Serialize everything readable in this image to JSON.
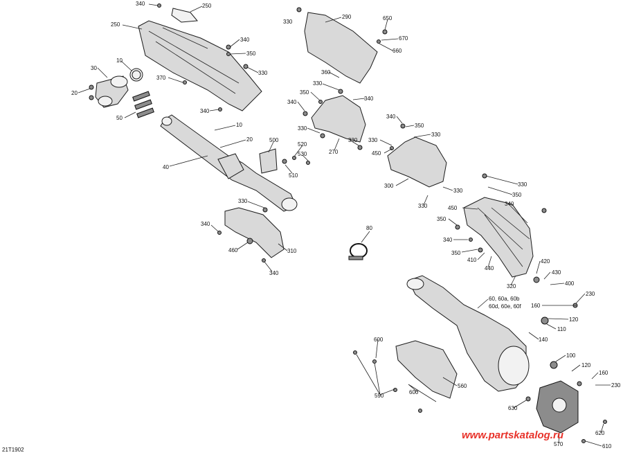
{
  "figure_id": "21T1902",
  "watermark": "www.partskatalog.ru",
  "colors": {
    "watermark": "#e8322a",
    "line": "#1a1a1a",
    "fill": "#d9d9d9"
  },
  "callouts": [
    {
      "id": "c-340-a",
      "text": "340"
    },
    {
      "id": "c-250-a",
      "text": "250"
    },
    {
      "id": "c-250-b",
      "text": "250"
    },
    {
      "id": "c-340-b",
      "text": "340"
    },
    {
      "id": "c-350-a",
      "text": "350"
    },
    {
      "id": "c-330-a",
      "text": "330"
    },
    {
      "id": "c-10-a",
      "text": "10"
    },
    {
      "id": "c-30",
      "text": "30"
    },
    {
      "id": "c-20-a",
      "text": "20"
    },
    {
      "id": "c-370",
      "text": "370"
    },
    {
      "id": "c-340-c",
      "text": "340"
    },
    {
      "id": "c-50",
      "text": "50"
    },
    {
      "id": "c-10-b",
      "text": "10"
    },
    {
      "id": "c-20-b",
      "text": "20"
    },
    {
      "id": "c-40",
      "text": "40"
    },
    {
      "id": "c-500",
      "text": "500"
    },
    {
      "id": "c-520",
      "text": "520"
    },
    {
      "id": "c-530",
      "text": "530"
    },
    {
      "id": "c-510",
      "text": "510"
    },
    {
      "id": "c-330-b",
      "text": "330"
    },
    {
      "id": "c-340-d",
      "text": "340"
    },
    {
      "id": "c-460",
      "text": "460"
    },
    {
      "id": "c-310",
      "text": "310"
    },
    {
      "id": "c-340-e",
      "text": "340"
    },
    {
      "id": "c-330-c",
      "text": "330"
    },
    {
      "id": "c-290",
      "text": "290"
    },
    {
      "id": "c-650",
      "text": "650"
    },
    {
      "id": "c-670",
      "text": "670"
    },
    {
      "id": "c-660",
      "text": "660"
    },
    {
      "id": "c-360",
      "text": "360"
    },
    {
      "id": "c-330-d",
      "text": "330"
    },
    {
      "id": "c-350-b",
      "text": "350"
    },
    {
      "id": "c-340-f",
      "text": "340"
    },
    {
      "id": "c-340-g",
      "text": "340"
    },
    {
      "id": "c-330-e",
      "text": "330"
    },
    {
      "id": "c-270",
      "text": "270"
    },
    {
      "id": "c-330-f",
      "text": "330"
    },
    {
      "id": "c-340-h",
      "text": "340"
    },
    {
      "id": "c-350-c",
      "text": "350"
    },
    {
      "id": "c-330-g",
      "text": "330"
    },
    {
      "id": "c-330-h",
      "text": "330"
    },
    {
      "id": "c-450-a",
      "text": "450"
    },
    {
      "id": "c-300",
      "text": "300"
    },
    {
      "id": "c-330-i",
      "text": "330"
    },
    {
      "id": "c-330-j",
      "text": "330"
    },
    {
      "id": "c-330-k",
      "text": "330"
    },
    {
      "id": "c-350-d",
      "text": "350"
    },
    {
      "id": "c-340-i",
      "text": "340"
    },
    {
      "id": "c-450-b",
      "text": "450"
    },
    {
      "id": "c-350-e",
      "text": "350"
    },
    {
      "id": "c-340-j",
      "text": "340"
    },
    {
      "id": "c-350-f",
      "text": "350"
    },
    {
      "id": "c-410",
      "text": "410"
    },
    {
      "id": "c-440",
      "text": "440"
    },
    {
      "id": "c-320",
      "text": "320"
    },
    {
      "id": "c-80",
      "text": "80"
    },
    {
      "id": "c-420",
      "text": "420"
    },
    {
      "id": "c-430",
      "text": "430"
    },
    {
      "id": "c-400",
      "text": "400"
    },
    {
      "id": "c-230-a",
      "text": "230"
    },
    {
      "id": "c-60",
      "text": "60, 60a, 60b"
    },
    {
      "id": "c-60d",
      "text": "60d, 60e, 60f"
    },
    {
      "id": "c-160-a",
      "text": "160"
    },
    {
      "id": "c-120-a",
      "text": "120"
    },
    {
      "id": "c-110",
      "text": "110"
    },
    {
      "id": "c-140",
      "text": "140"
    },
    {
      "id": "c-100",
      "text": "100"
    },
    {
      "id": "c-120-b",
      "text": "120"
    },
    {
      "id": "c-160-b",
      "text": "160"
    },
    {
      "id": "c-230-b",
      "text": "230"
    },
    {
      "id": "c-600-a",
      "text": "600"
    },
    {
      "id": "c-560",
      "text": "560"
    },
    {
      "id": "c-590",
      "text": "590"
    },
    {
      "id": "c-600-b",
      "text": "600"
    },
    {
      "id": "c-630",
      "text": "630"
    },
    {
      "id": "c-570",
      "text": "570"
    },
    {
      "id": "c-620",
      "text": "620"
    },
    {
      "id": "c-610",
      "text": "610"
    }
  ]
}
